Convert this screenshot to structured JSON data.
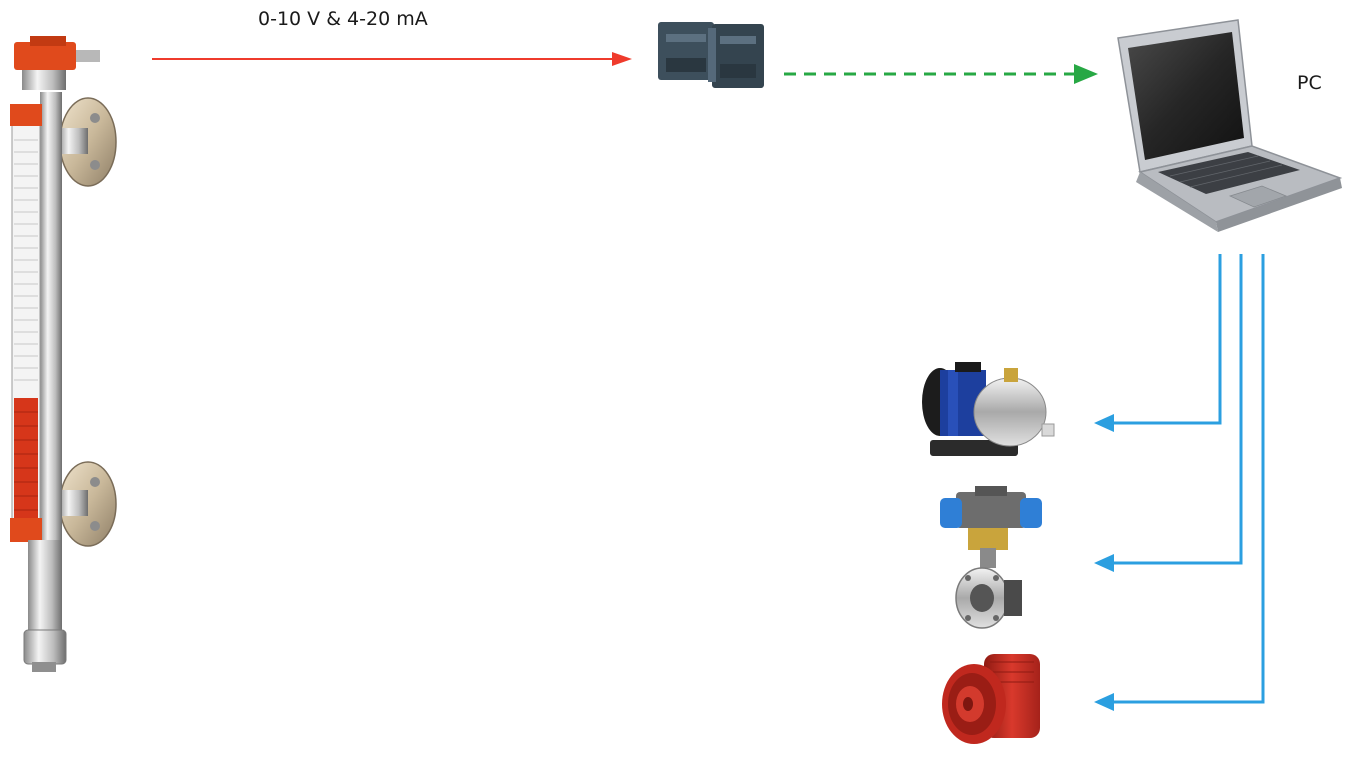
{
  "labels": {
    "signal": "0-10 V & 4-20 mA",
    "pc": "PC"
  },
  "colors": {
    "signal_arrow": "#ef3b2c",
    "network_arrow": "#27a844",
    "output_arrows": "#2b9fe0",
    "gauge_red": "#e04a1c",
    "pump_blue": "#1d3f9e",
    "valve_actuator": "#2f7fd6",
    "horn_red": "#c0281e",
    "plc_body": "#3d4f5c"
  },
  "nodes": [
    {
      "id": "level-gauge",
      "icon": "magnetic-level-gauge-icon"
    },
    {
      "id": "plc",
      "icon": "plc-module-icon"
    },
    {
      "id": "pc",
      "icon": "laptop-icon"
    },
    {
      "id": "pump",
      "icon": "centrifugal-pump-icon"
    },
    {
      "id": "valve",
      "icon": "actuated-butterfly-valve-icon"
    },
    {
      "id": "horn",
      "icon": "alarm-horn-icon"
    }
  ],
  "edges": [
    {
      "from": "level-gauge",
      "to": "plc",
      "style": "solid",
      "label": "0-10 V & 4-20 mA"
    },
    {
      "from": "plc",
      "to": "pc",
      "style": "dashed"
    },
    {
      "from": "pc",
      "to": "pump",
      "style": "solid"
    },
    {
      "from": "pc",
      "to": "valve",
      "style": "solid"
    },
    {
      "from": "pc",
      "to": "horn",
      "style": "solid"
    }
  ]
}
